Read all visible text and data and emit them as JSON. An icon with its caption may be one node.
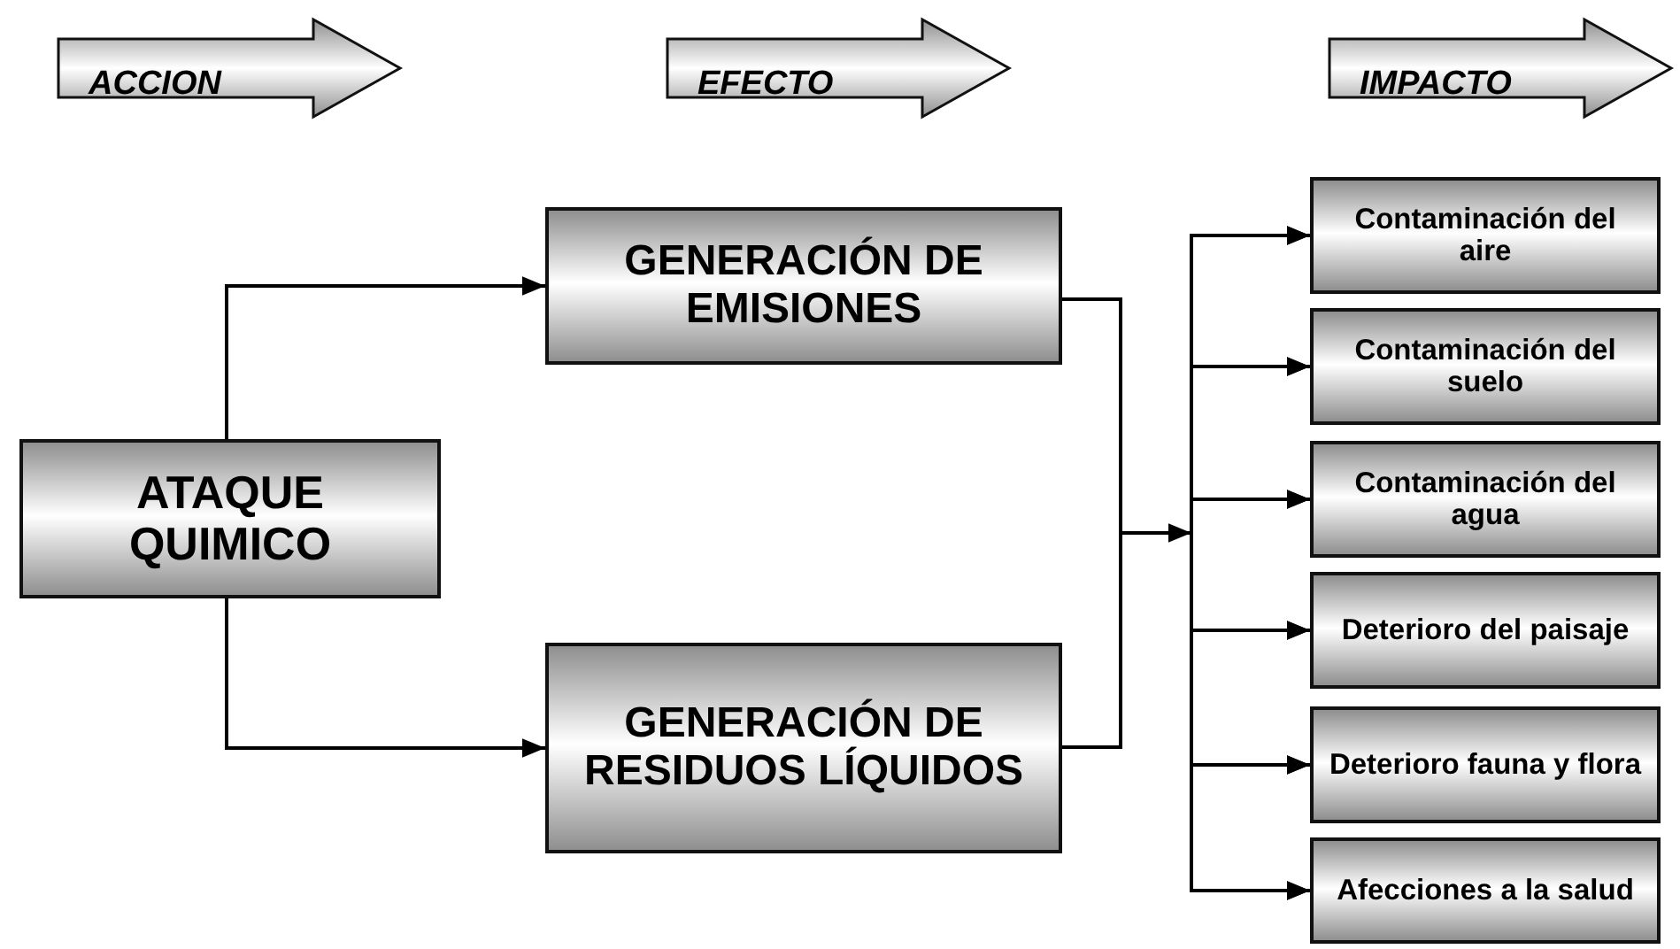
{
  "diagram": {
    "nodes": [
      {
        "text": [
          "ACCION"
        ]
      },
      {
        "text": [
          "EFECTO"
        ]
      },
      {
        "text": [
          "IMPACTO"
        ]
      },
      {
        "text": [
          "ATAQUE QUIMICO"
        ]
      },
      {
        "text": [
          "GENERACIÓN DE EMISIONES"
        ]
      },
      {
        "text": [
          "GENERACIÓN DE RESIDUOS LÍQUIDOS"
        ]
      },
      {
        "text": [
          "Contaminación del aire"
        ]
      },
      {
        "text": [
          "Contaminación del suelo"
        ]
      },
      {
        "text": [
          "Contaminación del agua"
        ]
      },
      {
        "text": [
          "Deterioro del paisaje"
        ]
      },
      {
        "text": [
          "Deterioro fauna y flora"
        ]
      },
      {
        "text": [
          "Afecciones a la salud"
        ]
      }
    ],
    "edges": [
      {
        "from": 3,
        "to": 4,
        "arrow": "to"
      },
      {
        "from": 3,
        "to": 5,
        "arrow": "to"
      },
      {
        "from": 4,
        "to": 6,
        "arrow": "to"
      },
      {
        "from": 4,
        "to": 7,
        "arrow": "to"
      },
      {
        "from": 4,
        "to": 8,
        "arrow": "to"
      },
      {
        "from": 4,
        "to": 9,
        "arrow": "to"
      },
      {
        "from": 4,
        "to": 10,
        "arrow": "to"
      },
      {
        "from": 4,
        "to": 11,
        "arrow": "to"
      },
      {
        "from": 5,
        "to": 6,
        "arrow": "to"
      },
      {
        "from": 5,
        "to": 7,
        "arrow": "to"
      },
      {
        "from": 5,
        "to": 8,
        "arrow": "to"
      },
      {
        "from": 5,
        "to": 9,
        "arrow": "to"
      },
      {
        "from": 5,
        "to": 10,
        "arrow": "to"
      },
      {
        "from": 5,
        "to": 11,
        "arrow": "to"
      }
    ]
  }
}
